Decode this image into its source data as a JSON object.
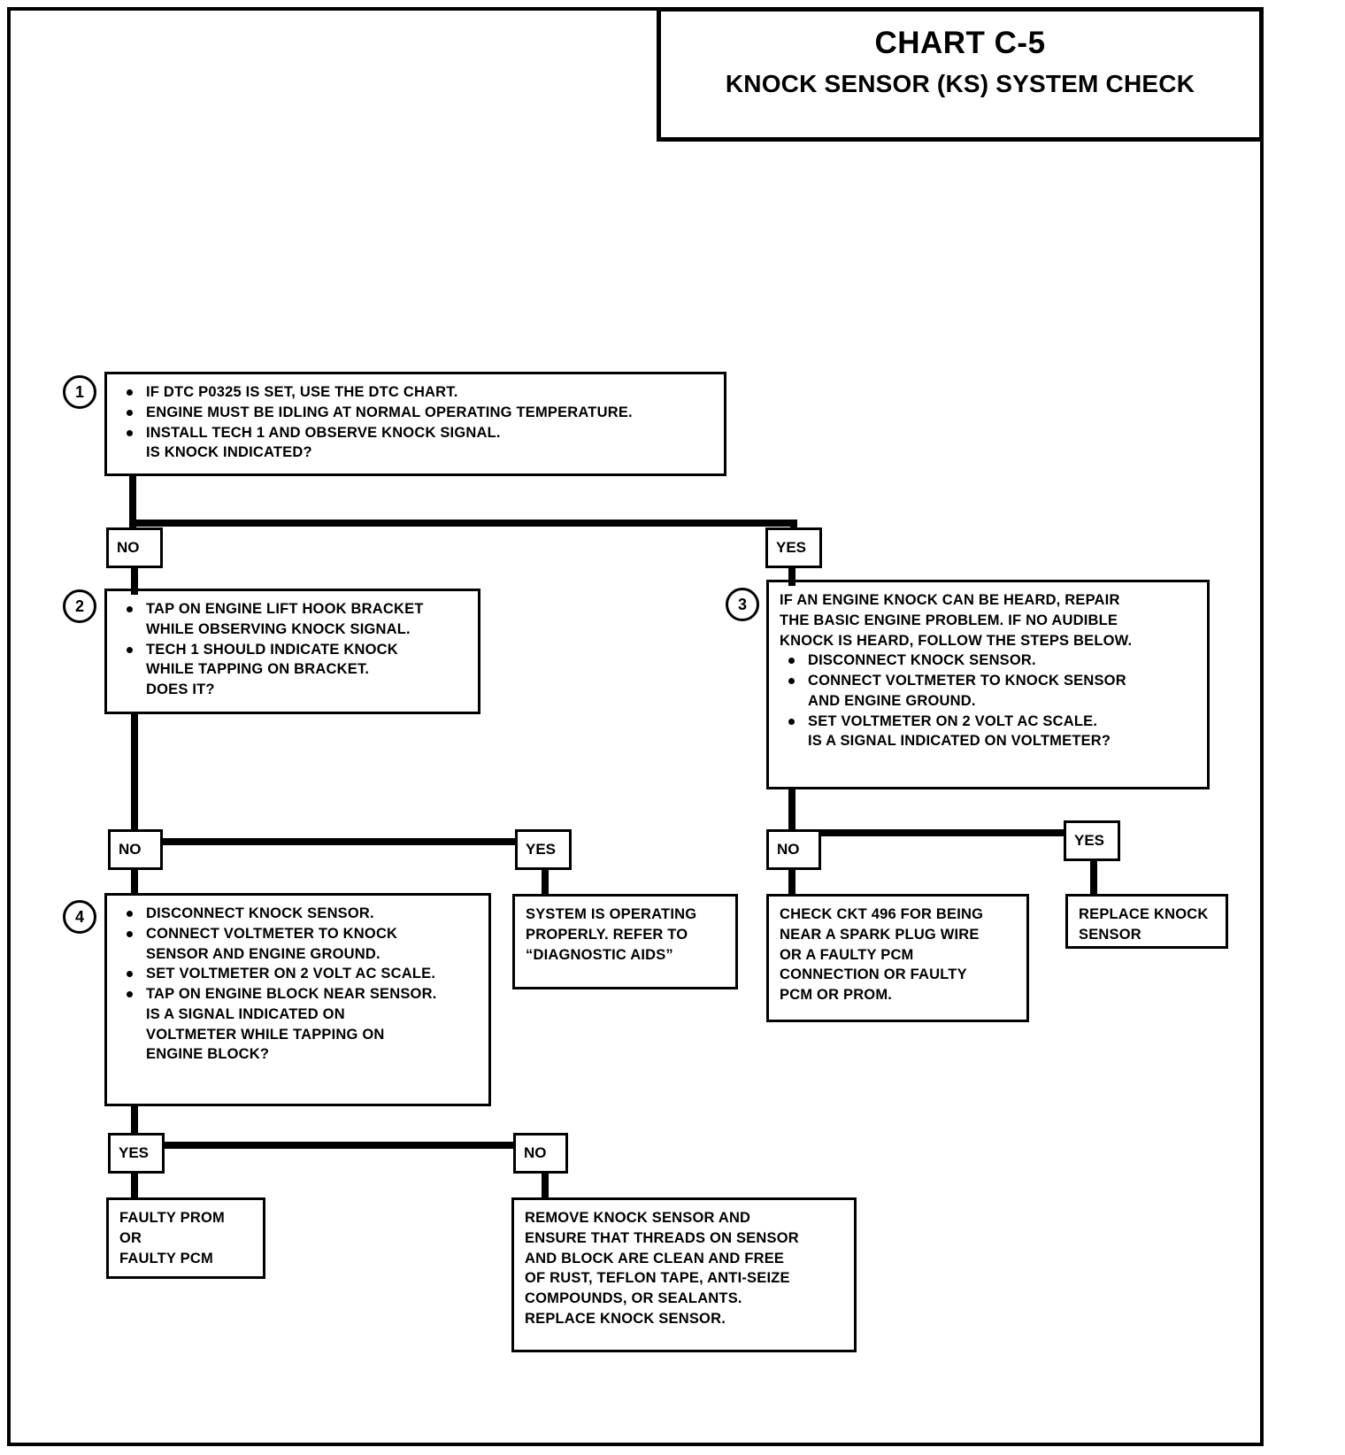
{
  "document": {
    "frame_color": "#000000",
    "background": "#ffffff"
  },
  "title": {
    "chart_id": "CHART C-5",
    "chart_name": "KNOCK SENSOR (KS) SYSTEM CHECK"
  },
  "labels": {
    "yes": "YES",
    "no": "NO"
  },
  "steps": {
    "one": "1",
    "two": "2",
    "three": "3",
    "four": "4"
  },
  "box1": {
    "l1": "IF DTC P0325 IS SET, USE THE DTC CHART.",
    "l2": "ENGINE MUST BE IDLING AT NORMAL OPERATING TEMPERATURE.",
    "l3": "INSTALL TECH 1 AND OBSERVE KNOCK SIGNAL.",
    "l4": "IS KNOCK INDICATED?"
  },
  "box2": {
    "l1": "TAP ON ENGINE LIFT HOOK BRACKET",
    "l2": "WHILE OBSERVING KNOCK SIGNAL.",
    "l3": "TECH 1 SHOULD INDICATE KNOCK",
    "l4": "WHILE TAPPING ON BRACKET.",
    "l5": "DOES IT?"
  },
  "box3": {
    "l1": "IF AN ENGINE KNOCK CAN BE HEARD, REPAIR",
    "l2": "THE BASIC ENGINE PROBLEM.  IF NO AUDIBLE",
    "l3": "KNOCK IS HEARD, FOLLOW THE STEPS BELOW.",
    "l4": "DISCONNECT KNOCK SENSOR.",
    "l5": "CONNECT VOLTMETER TO KNOCK SENSOR",
    "l6": "AND ENGINE GROUND.",
    "l7": "SET VOLTMETER ON 2 VOLT AC SCALE.",
    "l8": "IS A SIGNAL INDICATED ON VOLTMETER?"
  },
  "box4": {
    "l1": "DISCONNECT KNOCK SENSOR.",
    "l2": "CONNECT VOLTMETER TO KNOCK",
    "l3": "SENSOR AND ENGINE GROUND.",
    "l4": "SET VOLTMETER ON 2 VOLT AC SCALE.",
    "l5": "TAP ON ENGINE BLOCK NEAR SENSOR.",
    "l6": "IS A SIGNAL INDICATED ON",
    "l7": "VOLTMETER WHILE TAPPING ON",
    "l8": "ENGINE BLOCK?"
  },
  "result_system_ok": {
    "l1": "SYSTEM IS OPERATING",
    "l2": "PROPERLY.  REFER TO",
    "l3": "“DIAGNOSTIC AIDS”"
  },
  "result_check_ckt": {
    "l1": "CHECK CKT 496 FOR BEING",
    "l2": "NEAR A SPARK PLUG WIRE",
    "l3": "OR A FAULTY PCM",
    "l4": "CONNECTION OR FAULTY",
    "l5": "PCM OR PROM."
  },
  "result_replace_ks": {
    "l1": "REPLACE KNOCK",
    "l2": "SENSOR"
  },
  "result_faulty": {
    "l1": "FAULTY PROM",
    "l2": "OR",
    "l3": "FAULTY PCM"
  },
  "result_remove_ks": {
    "l1": "REMOVE KNOCK SENSOR AND",
    "l2": "ENSURE THAT THREADS ON SENSOR",
    "l3": "AND BLOCK ARE CLEAN AND FREE",
    "l4": "OF RUST, TEFLON TAPE, ANTI-SEIZE",
    "l5": "COMPOUNDS, OR SEALANTS.",
    "l6": "REPLACE KNOCK SENSOR."
  }
}
